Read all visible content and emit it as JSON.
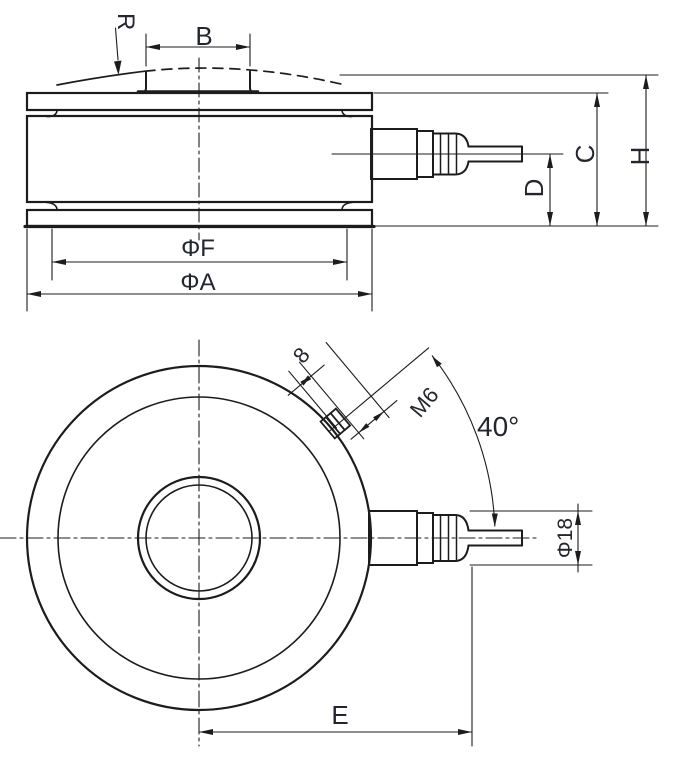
{
  "drawing": {
    "type": "engineering-drawing",
    "subject": "pancake load cell with side cable connector",
    "side_view": {
      "radius_label": "R",
      "boss_width_label": "B",
      "height_c_label": "C",
      "cable_height_label": "D",
      "total_height_label": "H",
      "inner_diameter_label": "ΦF",
      "outer_diameter_label": "ΦA"
    },
    "top_view": {
      "boss_depth_label": "8",
      "thread_label": "M6",
      "angle_label": "40°",
      "connector_diameter_label": "Φ18",
      "cable_offset_label": "E"
    },
    "colors": {
      "line": "#1c1c1c",
      "text": "#23262e",
      "background": "#ffffff"
    }
  }
}
